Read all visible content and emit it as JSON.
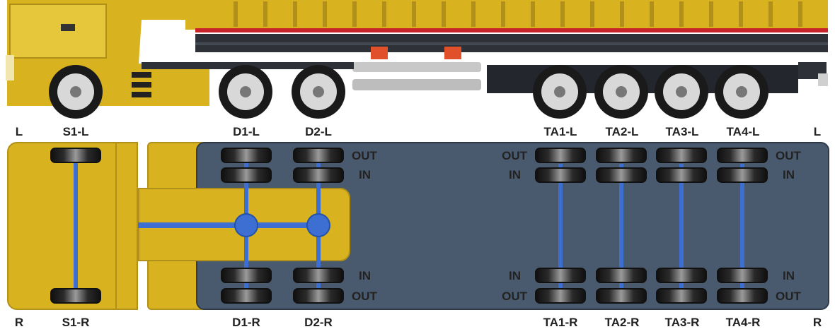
{
  "top_labels": {
    "left": "L",
    "s1": "S1-L",
    "d1": "D1-L",
    "d2": "D2-L",
    "ta1": "TA1-L",
    "ta2": "TA2-L",
    "ta3": "TA3-L",
    "ta4": "TA4-L",
    "right": "L"
  },
  "bottom_labels": {
    "left": "R",
    "s1": "S1-R",
    "d1": "D1-R",
    "d2": "D2-R",
    "ta1": "TA1-R",
    "ta2": "TA2-R",
    "ta3": "TA3-R",
    "ta4": "TA4-R",
    "right": "R"
  },
  "tyre_tags": {
    "out": "OUT",
    "in": "IN"
  },
  "colors": {
    "truck_yellow": "#d9b21f",
    "trailer_slate": "#4a5a6e",
    "axle_blue": "#3c6fd1"
  }
}
